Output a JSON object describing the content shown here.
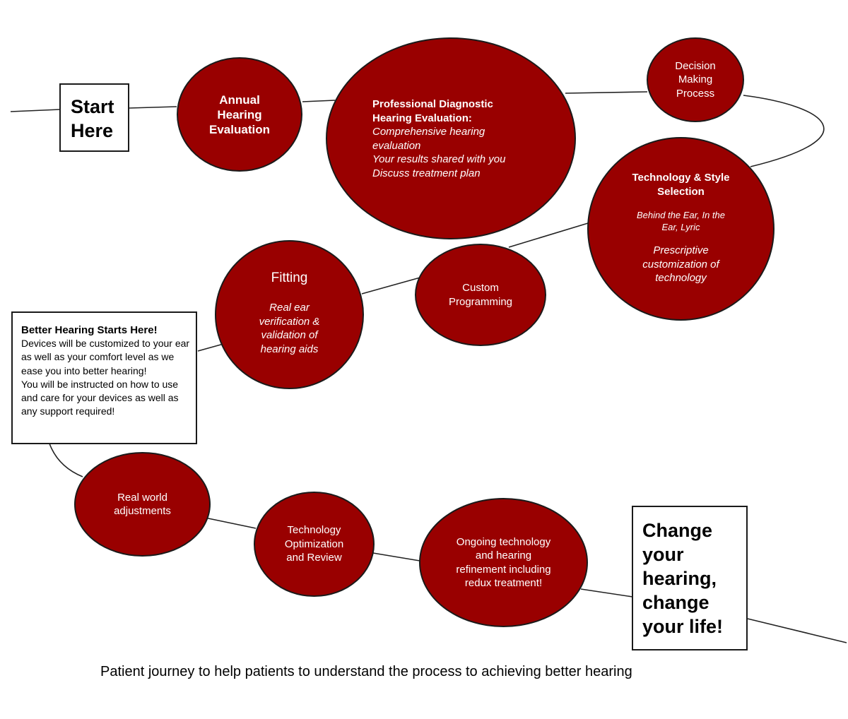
{
  "start_box": {
    "line1": "Start",
    "line2": "Here"
  },
  "nodes": {
    "annual": {
      "title": "Annual Hearing Evaluation"
    },
    "diagnostic": {
      "title": "Professional Diagnostic Hearing Evaluation:",
      "items": [
        "Comprehensive hearing evaluation",
        "Your results shared with you",
        "Discuss treatment plan"
      ]
    },
    "decision": {
      "title": "Decision Making Process"
    },
    "technology": {
      "title": "Technology & Style Selection",
      "sub1": "Behind the Ear, In the Ear, Lyric",
      "sub2": "Prescriptive customization of technology"
    },
    "custom": {
      "title": "Custom Programming"
    },
    "fitting": {
      "title": "Fitting",
      "sub": "Real ear verification & validation of hearing aids"
    },
    "realworld": {
      "title": "Real world adjustments"
    },
    "optimization": {
      "title": "Technology Optimization and Review"
    },
    "ongoing": {
      "title": "Ongoing technology and hearing refinement including redux treatment!"
    }
  },
  "info_box": {
    "heading": "Better Hearing Starts Here!",
    "line1": "Devices will be customized to your ear as well as your comfort level as we ease you into better hearing!",
    "line2": "You will be instructed on how to use and care for your devices as well as any support required!"
  },
  "end_box": {
    "text": "Change your hearing, change your life!"
  },
  "caption": "Patient journey to help patients to understand the process to achieving better hearing",
  "colors": {
    "node_fill": "#990000",
    "node_border": "#1a1a1a",
    "path": "#222222",
    "text_on_node": "#ffffff"
  }
}
